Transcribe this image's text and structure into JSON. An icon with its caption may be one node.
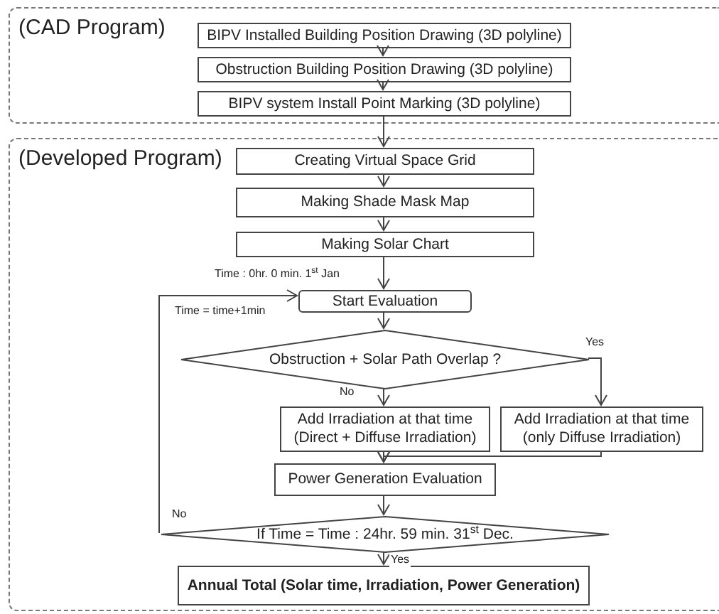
{
  "diagram": {
    "nodes": [
      {
        "text": [
          "(CAD Program)"
        ]
      },
      {
        "text": [
          "BIPV Installed Building Position Drawing (3D polyline)"
        ],
        "in": 0
      },
      {
        "text": [
          "Obstruction Building Position Drawing (3D polyline)"
        ],
        "in": 0
      },
      {
        "text": [
          "BIPV system Install Point Marking (3D polyline)"
        ],
        "in": 0
      },
      {
        "text": [
          "(Developed Program)"
        ]
      },
      {
        "text": [
          "Creating Virtual Space Grid"
        ],
        "in": 4
      },
      {
        "text": [
          "Making Shade Mask Map"
        ],
        "in": 4
      },
      {
        "text": [
          "Making Solar Chart"
        ],
        "in": 4
      },
      {
        "text": [
          "Start Evaluation"
        ],
        "in": 4
      },
      {
        "text": [
          "Obstruction + Solar Path Overlap ?"
        ],
        "in": 4
      },
      {
        "text": [
          "Add Irradiation at that time (Direct + Diffuse Irradiation)"
        ],
        "in": 4
      },
      {
        "text": [
          "Add Irradiation at that time (only Diffuse Irradiation)"
        ],
        "in": 4
      },
      {
        "text": [
          "Power Generation Evaluation"
        ],
        "in": 4
      },
      {
        "text": [
          "If Time = Time : 24hr. 59 min. 31$^{st}$ Dec."
        ],
        "in": 4
      },
      {
        "text": [
          "Annual Total (Solar time, Irradiation, Power Generation)"
        ],
        "in": 4
      }
    ],
    "edges": [
      {
        "from": 1,
        "to": 2,
        "arrow": "to"
      },
      {
        "from": 2,
        "to": 3,
        "arrow": "to"
      },
      {
        "from": 3,
        "to": 5,
        "arrow": "to"
      },
      {
        "from": 5,
        "to": 6,
        "arrow": "to"
      },
      {
        "from": 6,
        "to": 7,
        "arrow": "to"
      },
      {
        "from": 7,
        "to": 8,
        "arrow": "to",
        "label": "Time : 0hr. 0 min. 1$^{st}$ Jan"
      },
      {
        "from": 8,
        "to": 9,
        "arrow": "to"
      },
      {
        "from": 9,
        "to": 10,
        "arrow": "to",
        "label": "No"
      },
      {
        "from": 9,
        "to": 11,
        "arrow": "to",
        "label": "Yes"
      },
      {
        "from": 10,
        "to": 12,
        "arrow": "to"
      },
      {
        "from": 11,
        "to": 12,
        "arrow": "to"
      },
      {
        "from": 12,
        "to": 13,
        "arrow": "to"
      },
      {
        "from": 13,
        "to": 8,
        "arrow": "to",
        "label": "No"
      },
      {
        "from": 13,
        "to": 14,
        "arrow": "to",
        "label": "Yes"
      }
    ],
    "labels": [
      "Time = time+1min"
    ]
  }
}
